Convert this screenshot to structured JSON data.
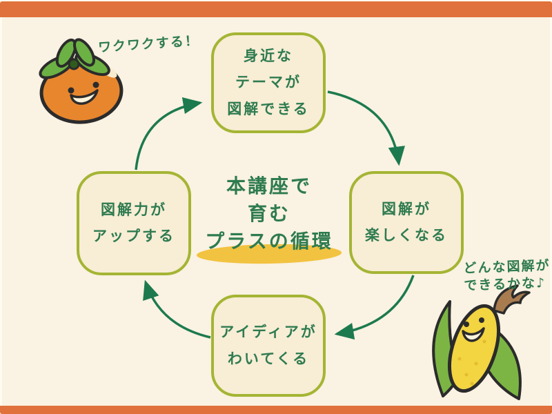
{
  "title": {
    "line1": "本講座で",
    "line2": "育む",
    "line3": "プラスの循環"
  },
  "boxes": {
    "top": {
      "line1": "身近な",
      "line2": "テーマが",
      "line3": "図解できる"
    },
    "right": {
      "line1": "図解が",
      "line2": "楽しくなる"
    },
    "bottom": {
      "line1": "アイディアが",
      "line2": "わいてくる"
    },
    "left": {
      "line1": "図解力が",
      "line2": "アップする"
    }
  },
  "speech": {
    "persimmon": "ワクワクする！",
    "corn_line1": "どんな図解が",
    "corn_line2": "できるかな♪"
  },
  "characters": [
    {
      "id": "persimmon-character-icon",
      "fruit": "persimmon"
    },
    {
      "id": "corn-character-icon",
      "fruit": "corn"
    }
  ],
  "cycle_direction": "clockwise",
  "colors": {
    "frame_orange": "#E0713C",
    "canvas_cream": "#FAF2E2",
    "box_fill": "#F8EDD5",
    "box_border": "#A4B534",
    "arrow_green": "#1C7A4E",
    "text_green": "#2E7B50",
    "highlight_yellow": "#F2C340"
  }
}
